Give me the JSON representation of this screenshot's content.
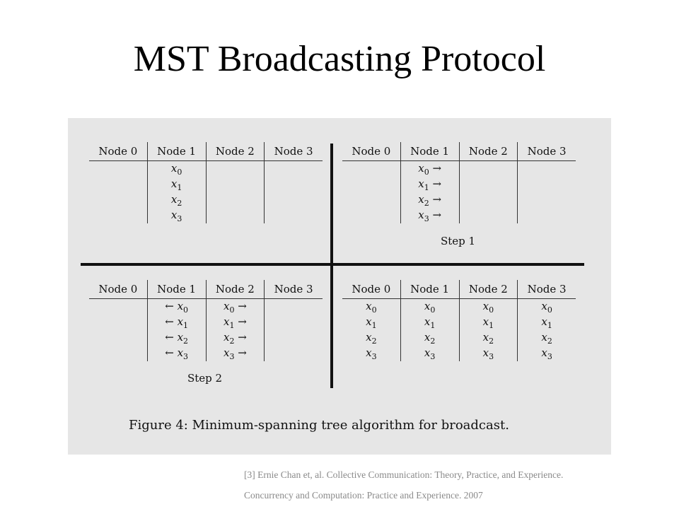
{
  "slide": {
    "title": "MST Broadcasting Protocol"
  },
  "figure": {
    "headers": [
      "Node 0",
      "Node 1",
      "Node 2",
      "Node 3"
    ],
    "step1_label": "Step 1",
    "step2_label": "Step 2",
    "caption": "Figure 4: Minimum-spanning tree algorithm for broadcast.",
    "q1_rows": [
      [
        "",
        "x|0|",
        "",
        ""
      ],
      [
        "",
        "x|1|",
        "",
        ""
      ],
      [
        "",
        "x|2|",
        "",
        ""
      ],
      [
        "",
        "x|3|",
        "",
        ""
      ]
    ],
    "q2_rows": [
      [
        "",
        "x|0| →",
        "",
        ""
      ],
      [
        "",
        "x|1| →",
        "",
        ""
      ],
      [
        "",
        "x|2| →",
        "",
        ""
      ],
      [
        "",
        "x|3| →",
        "",
        ""
      ]
    ],
    "q3_rows": [
      [
        "",
        "← |x|0",
        "x|0| →",
        ""
      ],
      [
        "",
        "← |x|1",
        "x|1| →",
        ""
      ],
      [
        "",
        "← |x|2",
        "x|2| →",
        ""
      ],
      [
        "",
        "← |x|3",
        "x|3| →",
        ""
      ]
    ],
    "q4_rows": [
      [
        "x|0",
        "x|0",
        "x|0",
        "x|0"
      ],
      [
        "x|1",
        "x|1",
        "x|1",
        "x|1"
      ],
      [
        "x|2",
        "x|2",
        "x|2",
        "x|2"
      ],
      [
        "x|3",
        "x|3",
        "x|3",
        "x|3"
      ]
    ]
  },
  "citation": {
    "line1": "[3] Ernie Chan et, al. Collective Communication: Theory, Practice, and Experience.",
    "line2": "Concurrency and Computation: Practice and Experience. 2007"
  }
}
